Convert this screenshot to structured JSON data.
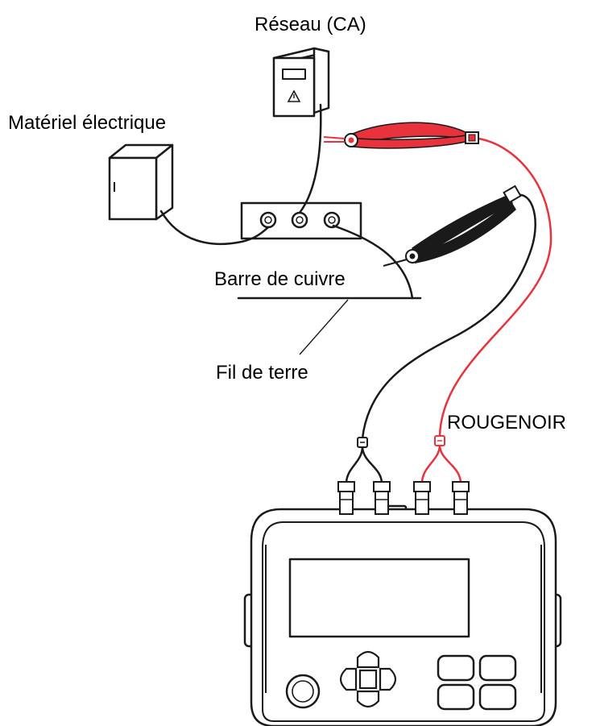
{
  "labels": {
    "mains": "Réseau (CA)",
    "equipment": "Matériel électrique",
    "copper_bar": "Barre de cuivre",
    "ground_wire": "Fil de terre",
    "leads": "ROUGENOIR"
  },
  "colors": {
    "red_lead": "#e8323c",
    "black_lead": "#1a1a1a"
  },
  "icons": {
    "warning": "warning-triangle-icon"
  }
}
